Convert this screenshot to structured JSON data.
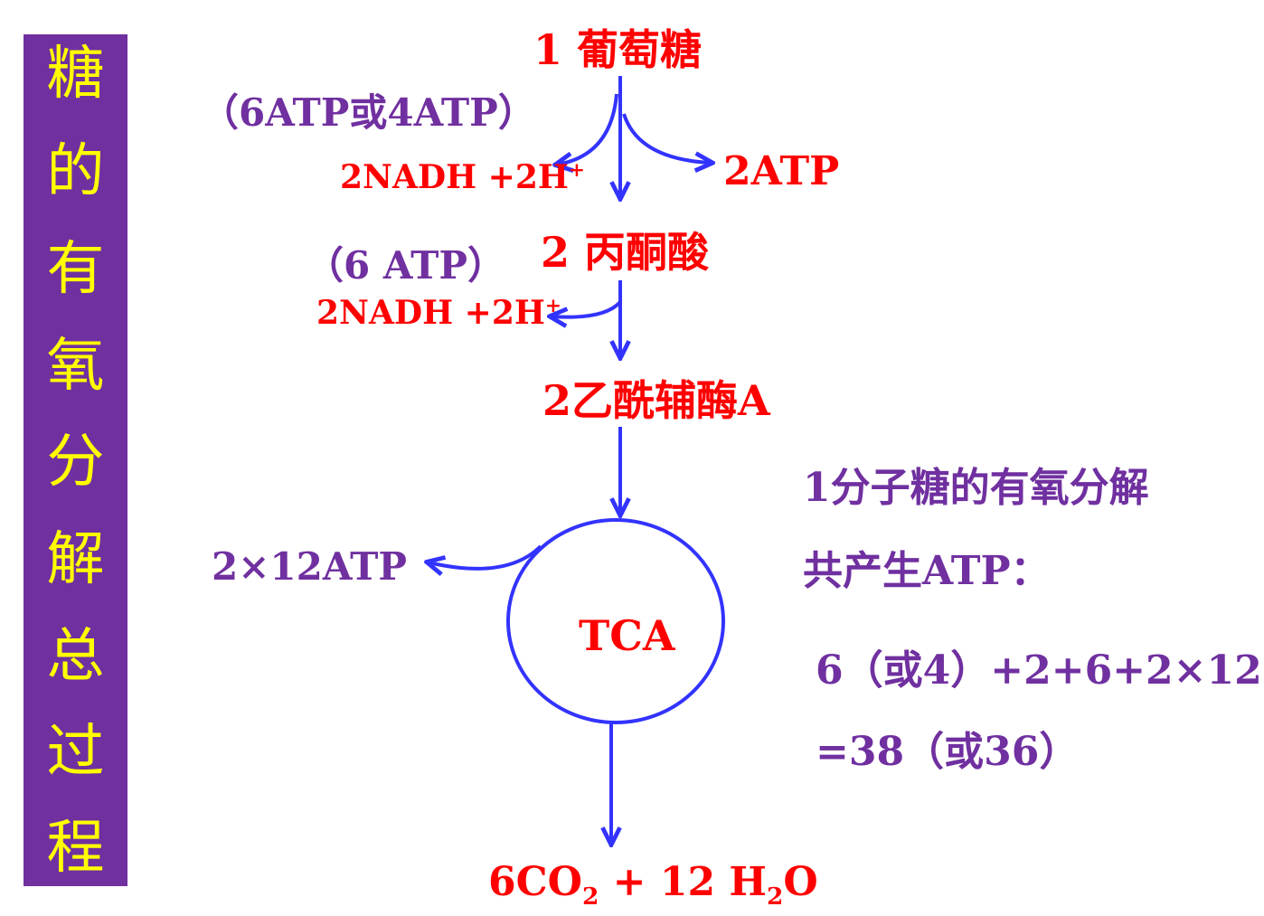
{
  "sidebar": {
    "chars": [
      "糖",
      "的",
      "有",
      "氧",
      "分",
      "解",
      "总",
      "过",
      "程"
    ]
  },
  "nodes": {
    "glucose": "1 葡萄糖",
    "pyruvate": "2 丙酮酸",
    "acetyl_coa": "2乙酰辅酶A",
    "tca": "TCA",
    "products": {
      "co2_prefix": "6CO",
      "co2_sub": "2",
      "mid": " + 12 H",
      "h2o_sub": "2",
      "h2o_suffix": "O"
    }
  },
  "branches": {
    "glycolysis_atp_note": "（6ATP或4ATP）",
    "glycolysis_nadh": "2NADH +2H",
    "glycolysis_nadh_sup": "+",
    "glycolysis_atp": "2ATP",
    "pyruvate_atp_note": "（6 ATP）",
    "pyruvate_nadh": "2NADH +2H",
    "pyruvate_nadh_sup": "+",
    "tca_atp": "2×12ATP"
  },
  "summary": {
    "line1": "1分子糖的有氧分解",
    "line2": "共产生ATP：",
    "line3": "6（或4）+2+6+2×12",
    "line4": "=38（或36）"
  },
  "colors": {
    "sidebar_bg": "#7030a0",
    "sidebar_text": "#ffff00",
    "node_text": "#ff0000",
    "note_text": "#7030a0",
    "arrow": "#3333ff"
  }
}
